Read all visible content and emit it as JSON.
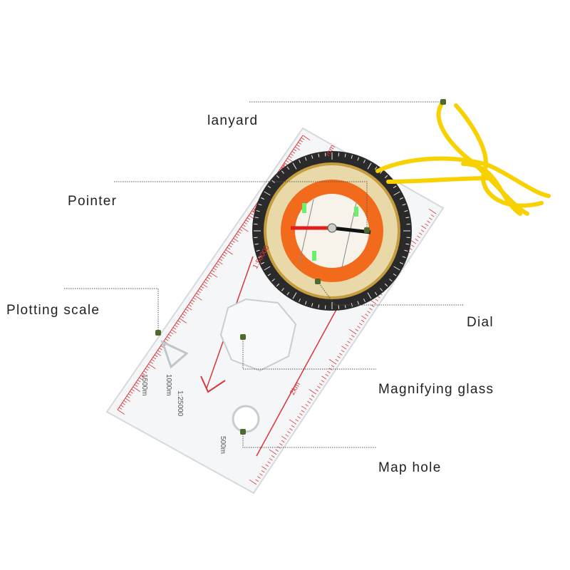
{
  "labels": {
    "lanyard": "lanyard",
    "pointer": "Pointer",
    "plotting_scale": "Plotting scale",
    "dial": "Dial",
    "magnifying_glass": "Magnifying glass",
    "map_hole": "Map hole"
  },
  "scale_text": {
    "ratio_main": "1:50000",
    "ratio_small": "1:25000",
    "km": "2km",
    "m500": "500m",
    "m1000": "1000m",
    "m1500": "1500m",
    "mm": "mm"
  },
  "colors": {
    "marker": "#4e6b2e",
    "ruler_red": "#d8363a",
    "dial_orange": "#f26a1b",
    "lanyard_yellow": "#f7d200",
    "bezel_black": "#222222"
  }
}
